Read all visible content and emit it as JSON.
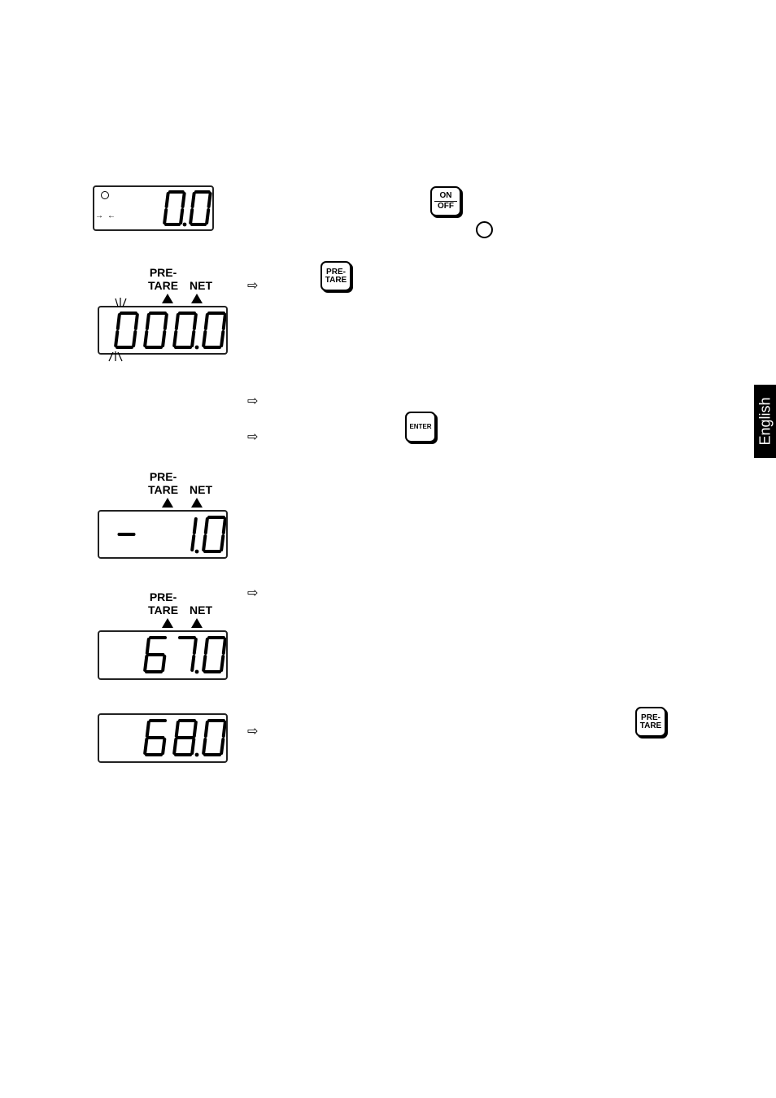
{
  "displays": {
    "d1": {
      "value": "0.0"
    },
    "d2": {
      "value": "000.0",
      "pre_tare": "PRE-\nTARE",
      "net": "NET"
    },
    "d3": {
      "value": "- 1.0",
      "pre_tare": "PRE-\nTARE",
      "net": "NET"
    },
    "d4": {
      "value": "67.0",
      "pre_tare": "PRE-\nTARE",
      "net": "NET"
    },
    "d5": {
      "value": "68.0"
    }
  },
  "keys": {
    "on_off": {
      "top": "ON",
      "bottom": "OFF"
    },
    "pre_tare_1": {
      "line1": "PRE-",
      "line2": "TARE"
    },
    "enter": {
      "label": "ENTER"
    },
    "pre_tare_2": {
      "line1": "PRE-",
      "line2": "TARE"
    }
  },
  "arrow_glyph": "⇨",
  "side_tab": {
    "label": "English"
  }
}
